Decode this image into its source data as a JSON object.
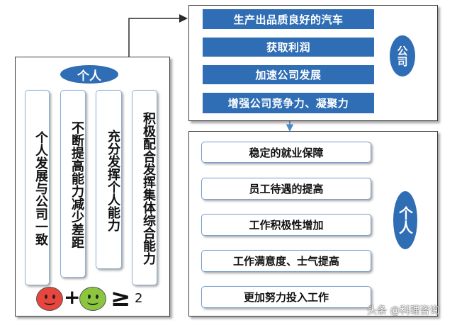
{
  "company": {
    "badge": "公司",
    "steps": [
      "生产出品质良好的汽车",
      "获取利润",
      "加速公司发展",
      "增强公司竞争力、凝聚力"
    ]
  },
  "employee": {
    "badge": "个人",
    "steps": [
      "稳定的就业保障",
      "员工待遇的提高",
      "工作积极性增加",
      "工作满意度、士气提高",
      "更加努力投入工作"
    ]
  },
  "individual": {
    "badge": "个人",
    "columns": [
      "个人发展与公司一致",
      "不断提高能力减少差距",
      "充分发挥个人能力",
      "积极配合发挥集体综合能力"
    ],
    "formula": {
      "plus": "+",
      "geq": "≥",
      "value": "2"
    }
  },
  "watermark": "头条 @科理咨询",
  "colors": {
    "blue": "#2f6db5",
    "face_red": "#e8453c",
    "face_green": "#8cc63f"
  }
}
